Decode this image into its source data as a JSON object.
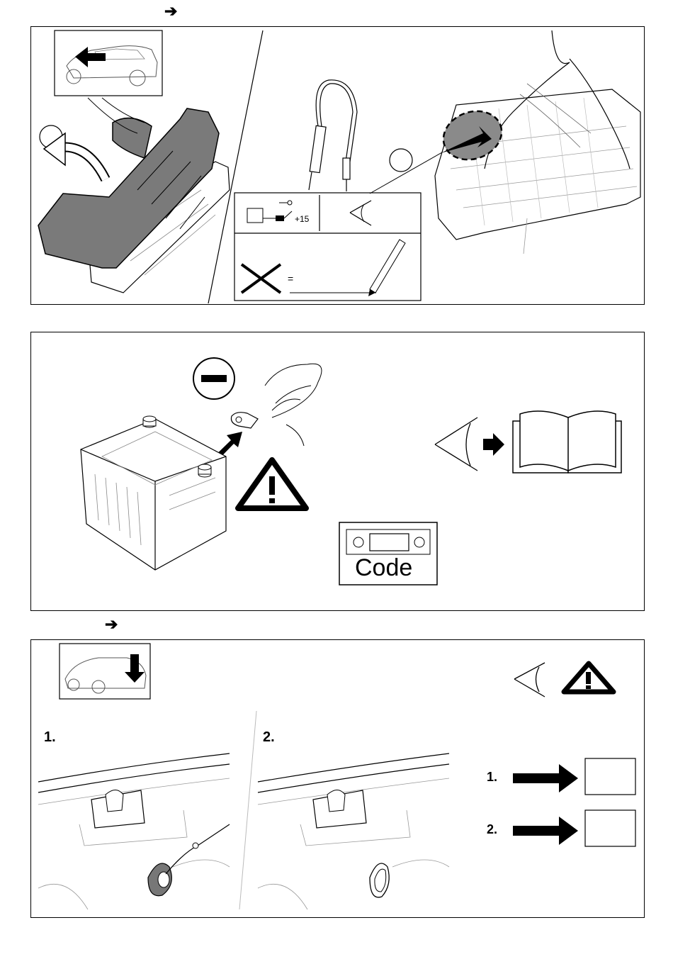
{
  "nav_arrows": [
    "➔",
    "➔"
  ],
  "panel1": {
    "tester_terminal_label": "+15",
    "equals_sign": "="
  },
  "panel2": {
    "code_label": "Code"
  },
  "panel3": {
    "step_labels": [
      "1.",
      "2."
    ],
    "sequence_labels": [
      "1.",
      "2."
    ]
  }
}
